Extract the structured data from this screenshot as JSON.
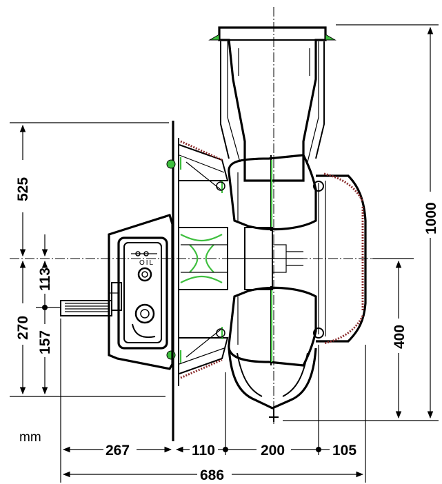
{
  "drawing": {
    "unit": "mm",
    "oil_label": "OIL",
    "vertical_dimensions": {
      "upper_height": "525",
      "lower_height": "270",
      "shaft_offset_top": "113",
      "shaft_offset_bottom": "157",
      "fan_lower_height": "400",
      "total_height": "1000"
    },
    "horizontal_dimensions": {
      "gearbox_width": "267",
      "flange_offset": "110",
      "fan_width": "200",
      "rear_offset": "105",
      "total_width": "686"
    }
  }
}
